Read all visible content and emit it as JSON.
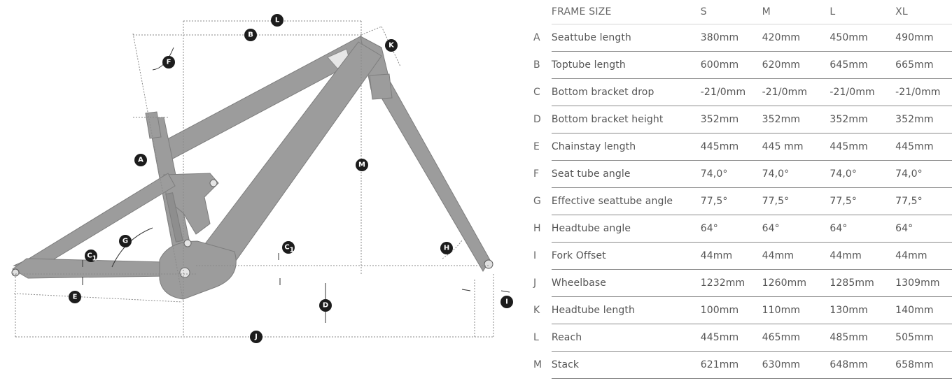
{
  "table": {
    "headers": [
      "FRAME SIZE",
      "S",
      "M",
      "L",
      "XL"
    ],
    "rows": [
      {
        "letter": "A",
        "name": "Seattube length",
        "values": [
          "380mm",
          "420mm",
          "450mm",
          "490mm"
        ]
      },
      {
        "letter": "B",
        "name": "Toptube length",
        "values": [
          "600mm",
          "620mm",
          "645mm",
          "665mm"
        ]
      },
      {
        "letter": "C",
        "name": "Bottom bracket drop",
        "values": [
          "-21/0mm",
          "-21/0mm",
          "-21/0mm",
          "-21/0mm"
        ]
      },
      {
        "letter": "D",
        "name": "Bottom bracket height",
        "values": [
          "352mm",
          "352mm",
          "352mm",
          "352mm"
        ]
      },
      {
        "letter": "E",
        "name": "Chainstay length",
        "values": [
          "445mm",
          "445 mm",
          "445mm",
          "445mm"
        ]
      },
      {
        "letter": "F",
        "name": "Seat tube angle",
        "values": [
          "74,0°",
          "74,0°",
          "74,0°",
          "74,0°"
        ]
      },
      {
        "letter": "G",
        "name": "Effective seattube angle",
        "values": [
          "77,5°",
          "77,5°",
          "77,5°",
          "77,5°"
        ]
      },
      {
        "letter": "H",
        "name": "Headtube angle",
        "values": [
          "64°",
          "64°",
          "64°",
          "64°"
        ]
      },
      {
        "letter": "I",
        "name": "Fork Offset",
        "values": [
          "44mm",
          "44mm",
          "44mm",
          "44mm"
        ]
      },
      {
        "letter": "J",
        "name": "Wheelbase",
        "values": [
          "1232mm",
          "1260mm",
          "1285mm",
          "1309mm"
        ]
      },
      {
        "letter": "K",
        "name": "Headtube length",
        "values": [
          "100mm",
          "110mm",
          "130mm",
          "140mm"
        ]
      },
      {
        "letter": "L",
        "name": "Reach",
        "values": [
          "445mm",
          "465mm",
          "485mm",
          "505mm"
        ]
      },
      {
        "letter": "M",
        "name": "Stack",
        "values": [
          "621mm",
          "630mm",
          "648mm",
          "658mm"
        ]
      }
    ]
  },
  "diagram": {
    "frame_color": "#9c9c9c",
    "marker_color": "#1c1c1c",
    "markers": {
      "A": "A",
      "B": "B",
      "C1": "C",
      "C1_sub": "1",
      "C2": "C",
      "C2_sub": "1",
      "D": "D",
      "E": "E",
      "F": "F",
      "G": "G",
      "H": "H",
      "I": "I",
      "J": "J",
      "K": "K",
      "L": "L",
      "M": "M"
    }
  }
}
